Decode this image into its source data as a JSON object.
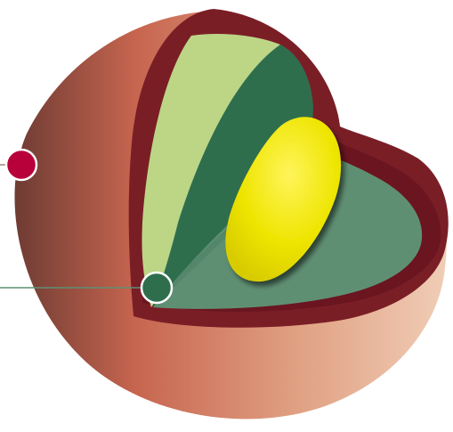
{
  "diagram": {
    "subject": "cutaway-sphere-layers",
    "colors": {
      "background": "#ffffff",
      "outer_shell_dark": "#6e3b33",
      "outer_shell_mid": "#c7654f",
      "outer_shell_light": "#f0cdb6",
      "shell_rim": "#7a1e26",
      "shell_rim_dark": "#5f0f19",
      "light_green_layer": "#bcd686",
      "dark_green_layer": "#2f6e4d",
      "inner_floor": "#5f8f72",
      "yellow_body": "#e8e000",
      "yellow_body_highlight": "#fff45a",
      "callout_line": "#5e8f74",
      "callout_dot_red": "#b8003a",
      "callout_dot_green": "#2f6e4d",
      "callout_dot_stroke": "#ffffff"
    },
    "callouts": [
      {
        "id": "outer-layer",
        "icon": "red-circle-marker"
      },
      {
        "id": "inner-layer",
        "icon": "green-circle-marker"
      }
    ]
  }
}
